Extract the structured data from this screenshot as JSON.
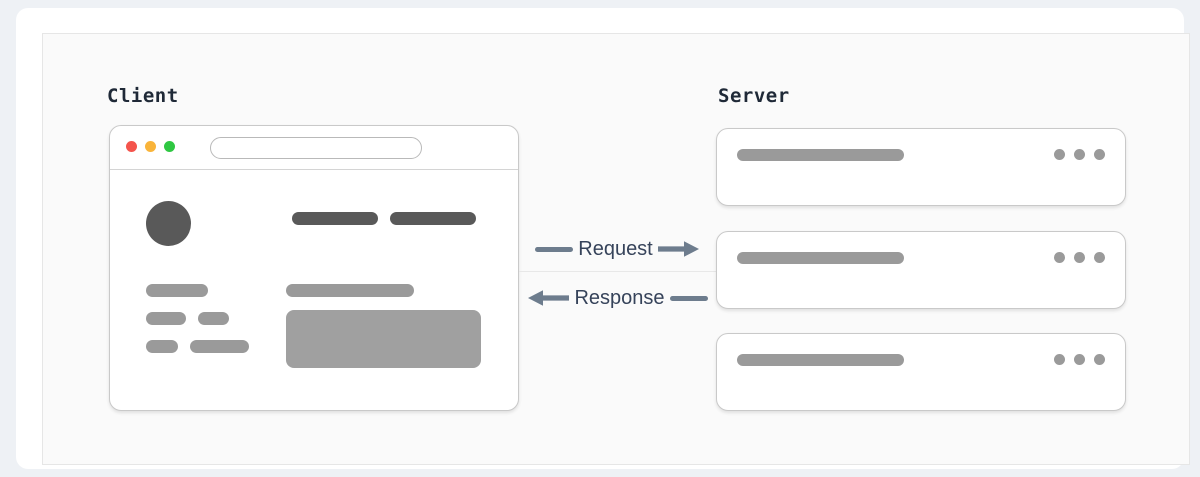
{
  "diagram": {
    "title": "Client Server Request Response Diagram",
    "colors": {
      "page_background": "#eef1f5",
      "card_background": "#ffffff",
      "panel_background": "#fafafa",
      "panel_border": "#e6e6e6",
      "heading_text": "#1f2937",
      "arrow": "#6d7c8d",
      "arrow_label_text": "#36435a",
      "skeleton_dark": "#595959",
      "skeleton_mid": "#9a9a9a",
      "skeleton_block": "#a0a0a0",
      "window_border": "#c9c9c9",
      "traffic_red": "#f4544c",
      "traffic_amber": "#f9b43a",
      "traffic_green": "#2fc742"
    }
  },
  "client": {
    "label": "Client",
    "window": {
      "traffic_lights": [
        {
          "name": "close",
          "color": "#f4544c"
        },
        {
          "name": "minimize",
          "color": "#f9b43a"
        },
        {
          "name": "maximize",
          "color": "#2fc742"
        }
      ],
      "url_bar_value": "",
      "url_bar_placeholder": ""
    }
  },
  "server": {
    "label": "Server",
    "units": [
      {
        "name": "server-unit-1",
        "dots": 3
      },
      {
        "name": "server-unit-2",
        "dots": 3
      },
      {
        "name": "server-unit-3",
        "dots": 3
      }
    ]
  },
  "flow": {
    "request": {
      "label": "Request",
      "direction": "right",
      "leading": "line",
      "trailing": "arrow"
    },
    "response": {
      "label": "Response",
      "direction": "left",
      "leading": "arrow",
      "trailing": "line"
    }
  }
}
